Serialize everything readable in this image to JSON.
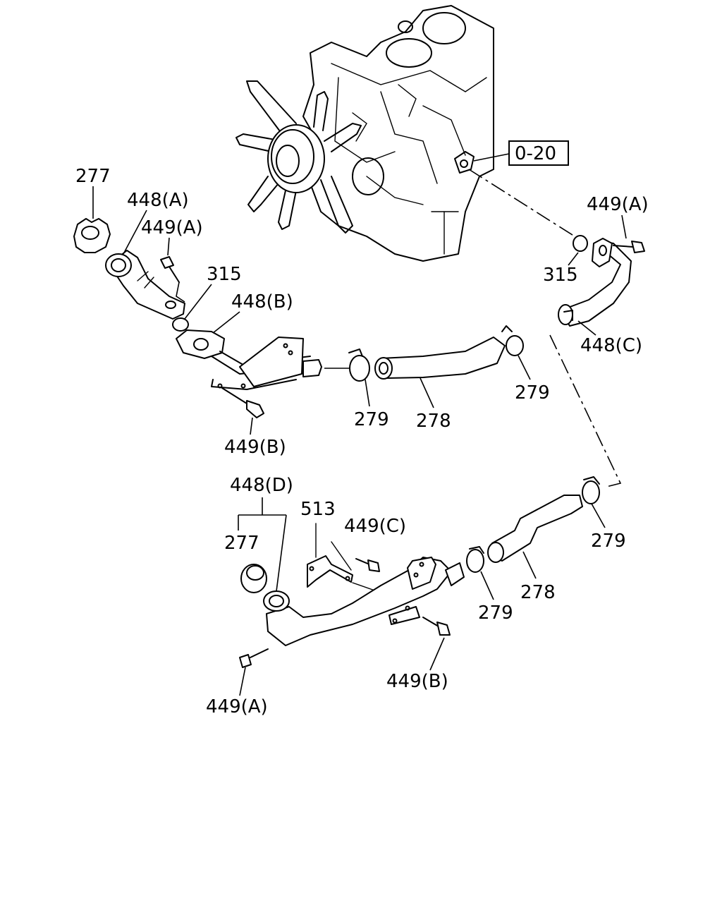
{
  "diagram": {
    "reference_box": "0-20",
    "labels": {
      "cap_top": "277",
      "filler_neck_a": "448(A)",
      "bolt_a_top_left": "449(A)",
      "oring_left": "315",
      "pipe_b": "448(B)",
      "bolt_b_upper": "449(B)",
      "clamp_upper_left": "279",
      "hose_upper": "278",
      "clamp_upper_right": "279",
      "bolt_a_top_right": "449(A)",
      "oring_right": "315",
      "pipe_c": "448(C)",
      "assembly_d": "448(D)",
      "cap_lower": "277",
      "bracket": "513",
      "bolt_c": "449(C)",
      "clamp_lower_right": "279",
      "hose_lower": "278",
      "clamp_lower_left": "279",
      "bolt_b_lower": "449(B)",
      "bolt_a_lower": "449(A)"
    }
  }
}
